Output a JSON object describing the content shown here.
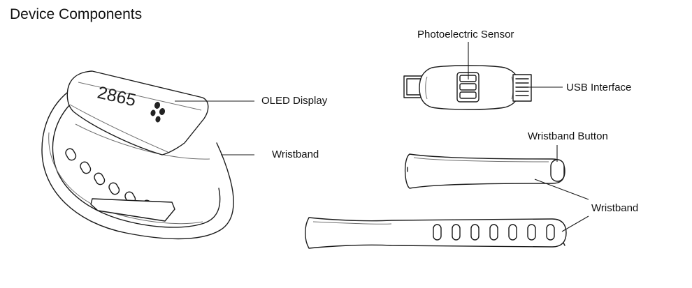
{
  "title": "Device Components",
  "labels": {
    "oled_display": "OLED Display",
    "wristband_left": "Wristband",
    "photoelectric_sensor": "Photoelectric Sensor",
    "usb_interface": "USB Interface",
    "wristband_button": "Wristband Button",
    "wristband_right": "Wristband"
  },
  "display": {
    "step_count": "2865"
  }
}
